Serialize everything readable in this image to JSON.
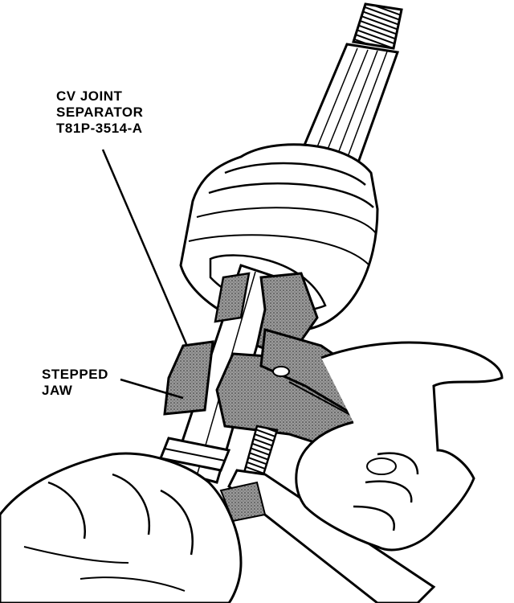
{
  "callouts": {
    "separator": {
      "lines": [
        "CV JOINT",
        "SEPARATOR",
        "T81P-3514-A"
      ]
    },
    "jaw": {
      "lines": [
        "STEPPED",
        "JAW"
      ]
    }
  },
  "colors": {
    "ink": "#000000",
    "shade": "#8a8a8a",
    "paper": "#ffffff"
  }
}
